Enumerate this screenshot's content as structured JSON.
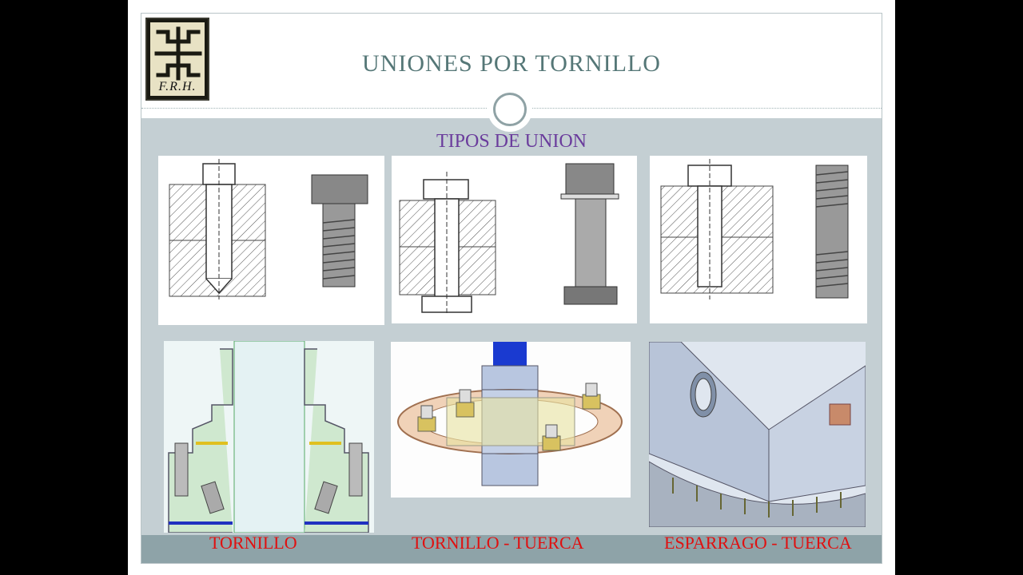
{
  "header": {
    "logo_text": "F.R.H.",
    "title": "UNIONES POR TORNILLO"
  },
  "section": {
    "subtitle": "TIPOS DE UNION"
  },
  "captions": [
    "TORNILLO",
    "TORNILLO - TUERCA",
    "ESPARRAGO - TUERCA"
  ],
  "colors": {
    "title": "#557777",
    "subtitle": "#6a3c9c",
    "caption": "#e01010",
    "band": "#c4cfd3",
    "footer": "#8ea3a8"
  }
}
